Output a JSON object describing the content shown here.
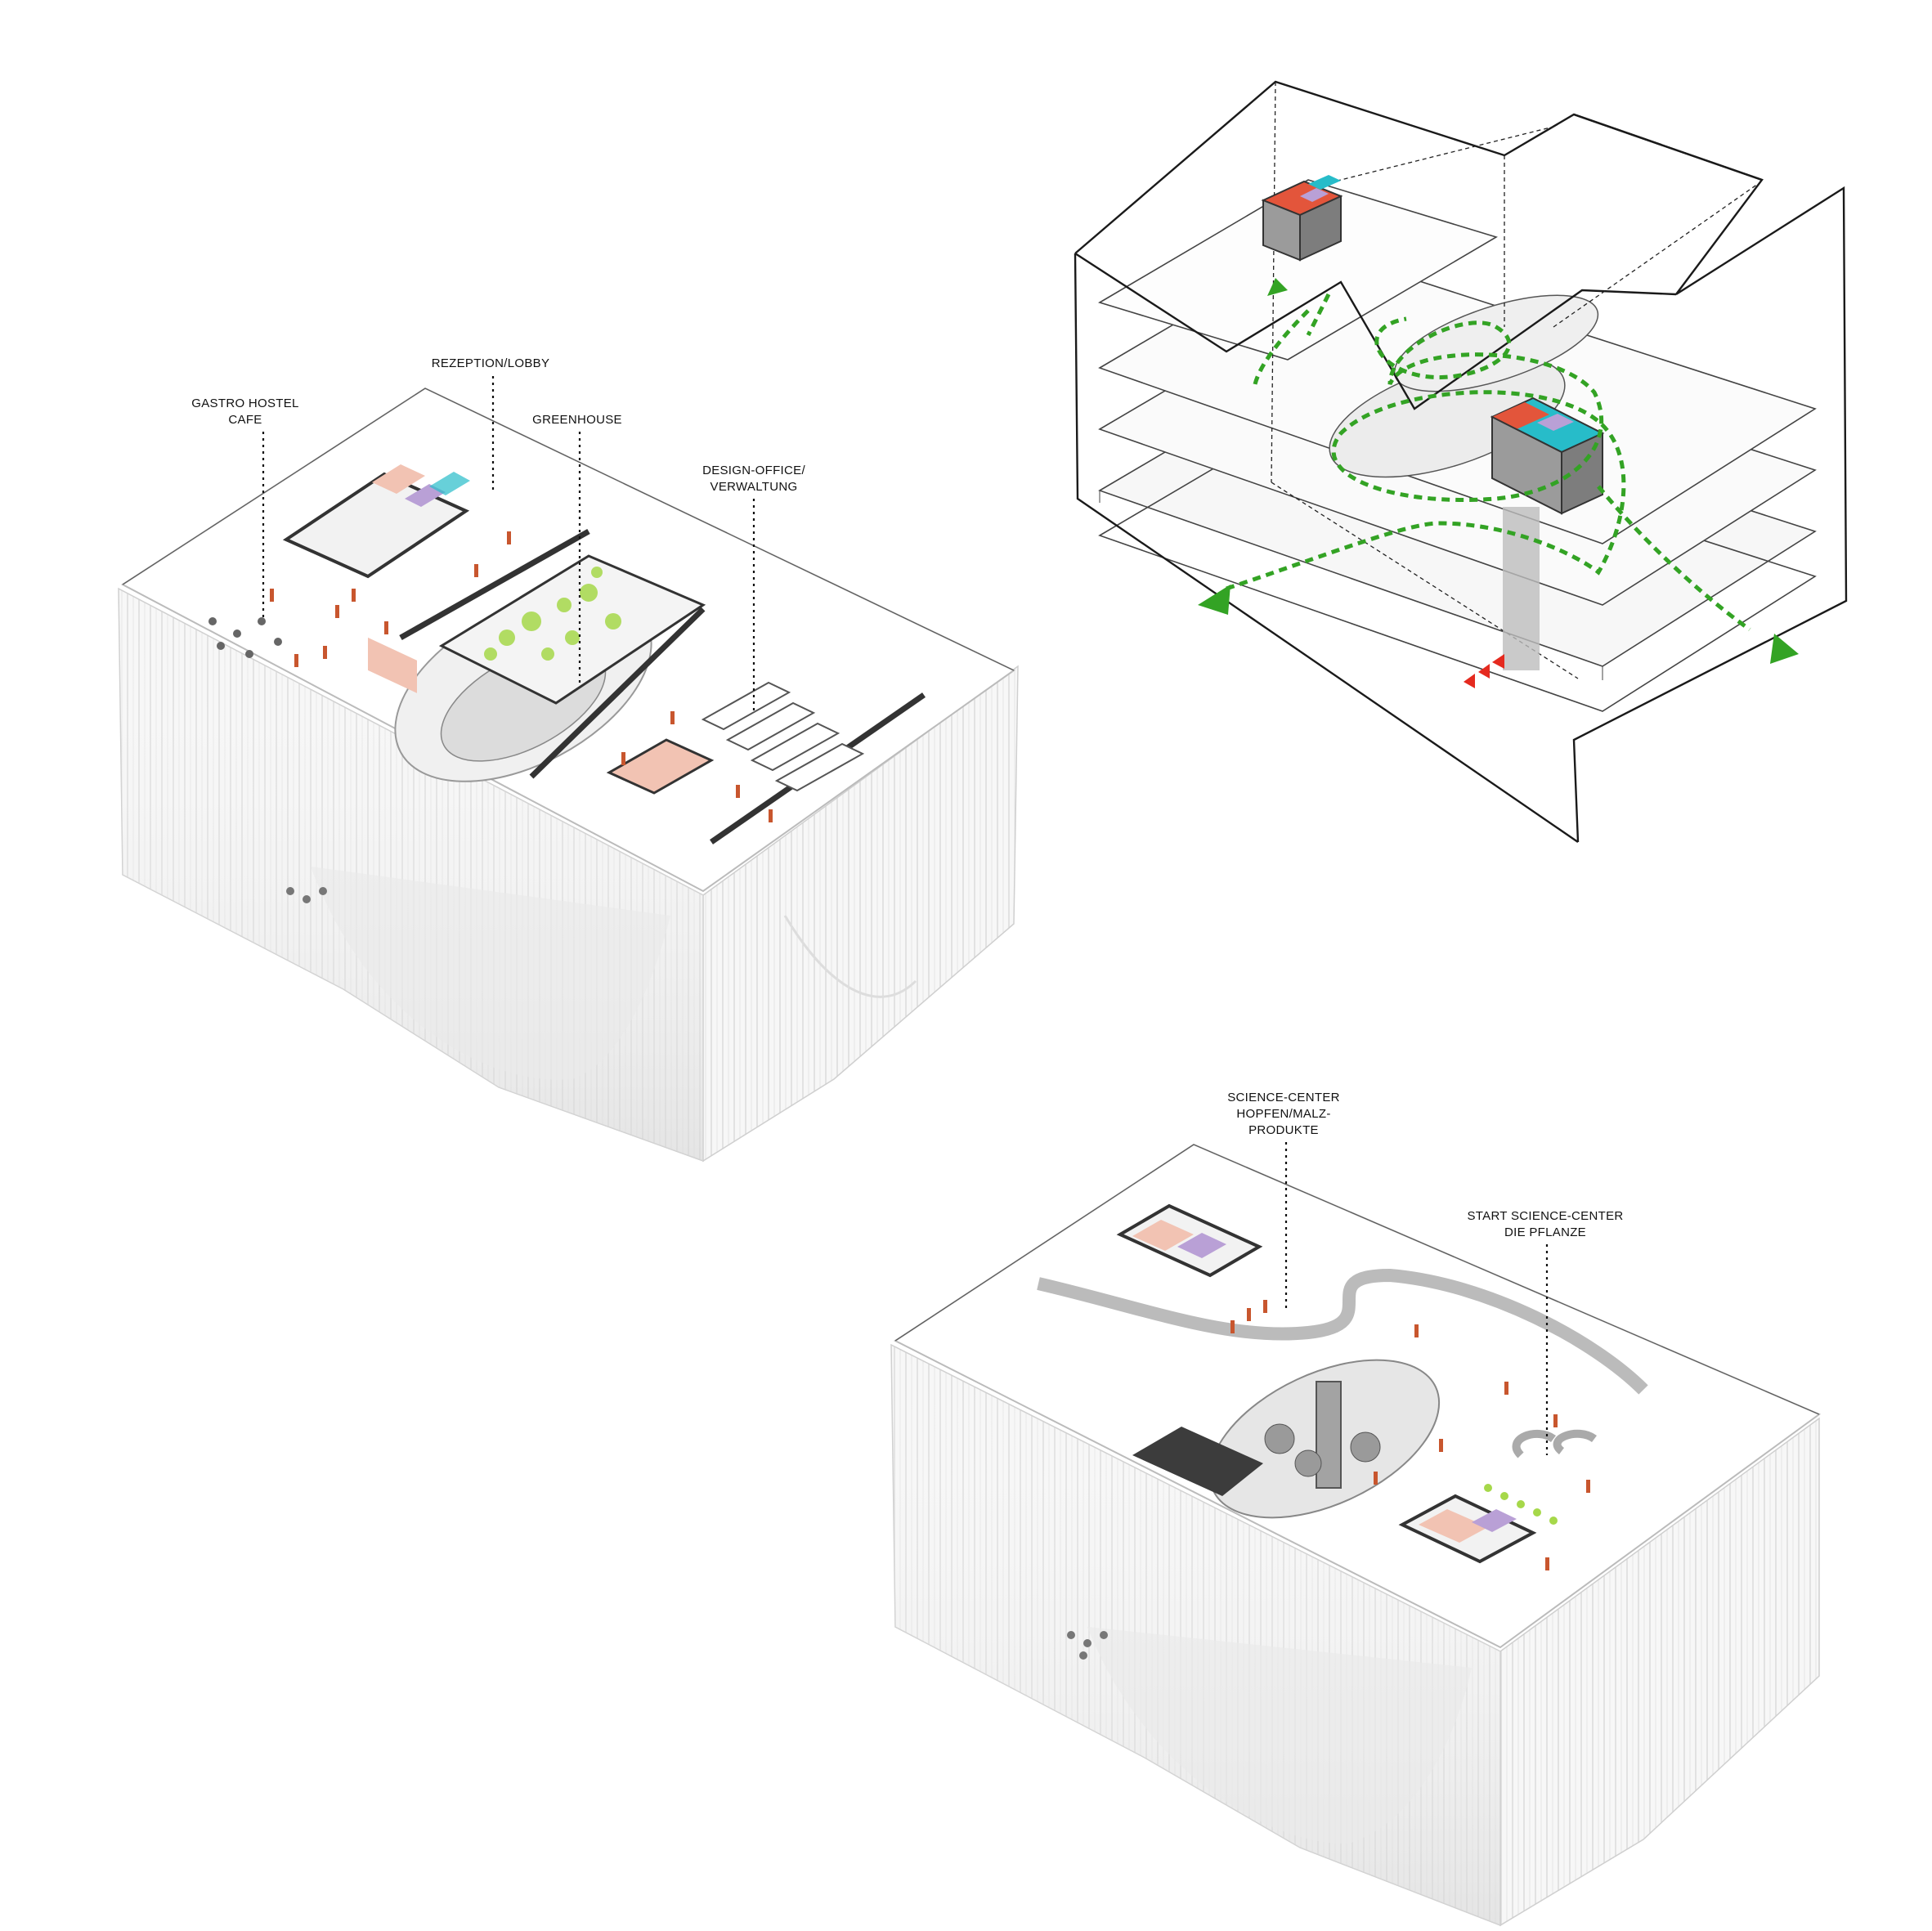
{
  "axonometric_top_left": {
    "labels": [
      "GASTRO HOSTEL",
      "CAFE",
      "REZEPTION/LOBBY",
      "GREENHOUSE",
      "DESIGN-OFFICE/",
      "VERWALTUNG"
    ]
  },
  "axonometric_bottom_right": {
    "labels": [
      "SCIENCE-CENTER",
      "HOPFEN/MALZ-",
      "PRODUKTE",
      "START SCIENCE-CENTER",
      "DIE PFLANZE"
    ]
  },
  "colors": {
    "flow_arrow": "#33a324",
    "entry_marker": "#e52a1f",
    "people": "#c8562e",
    "room_salmon": "#f2c3b3",
    "room_red": "#e3553b",
    "room_cyan": "#27bcc9",
    "room_purple": "#b9a0d6",
    "plants": "#a6d84a",
    "core_grey": "#8c8c8c"
  }
}
